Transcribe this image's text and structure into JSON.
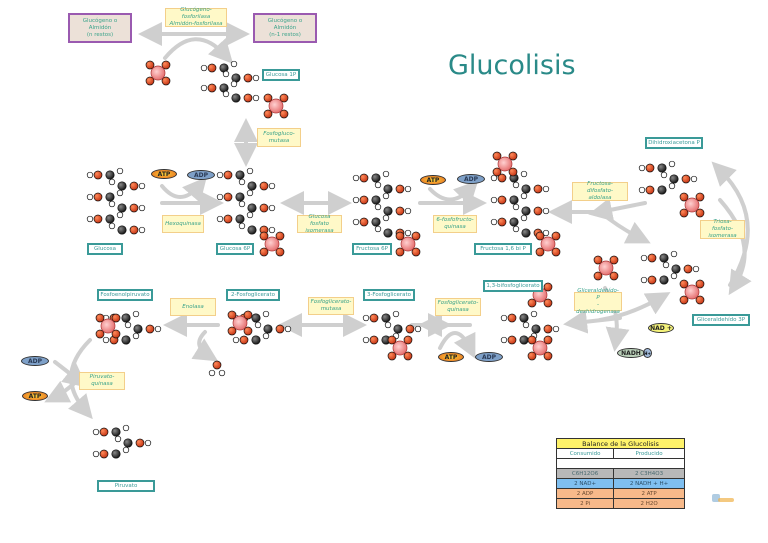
{
  "title": "Glucolisis",
  "storage": {
    "left": "Glucógeno o\nAlmidón\n(n restos)",
    "right": "Glucógeno o\nAlmidón\n(n-1 restos)"
  },
  "enzymes": {
    "glycogen_phosphorylase": "Glucógeno-fosforilasa\nAlmidón-fosforilasa",
    "phosphoglucomutase": "Fosfogluco-\nmutasa",
    "hexokinase": "Hexoquinasa",
    "glucose_phosphate_isomerase": "Glucosa fosfato\nisomerasa",
    "phosphofructokinase": "6-fosfofructo-\nquinasa",
    "aldolase": "Fructosa-difosfato-\naldolasa",
    "triose_phosphate_isomerase": "Triosa-fosfato-\nisomerasa",
    "gapdh": "Gliceraldehído-P\n-deshidrogenasa",
    "phosphoglycerate_kinase": "Fosfoglicerato-\nquinasa",
    "phosphoglycerate_mutase": "Fosfoglicerato-\nmutasa",
    "enolase": "Enolasa",
    "pyruvate_kinase": "Piruvato-\nquinasa"
  },
  "metabolites": {
    "glucose_1p": "Glucosa 1P",
    "glucose": "Glucosa",
    "glucose_6p": "Glucosa 6P",
    "fructose_6p": "Fructosa 6P",
    "fructose_16bp": "Fructosa 1,6 bi P",
    "dhap": "Dihidroxiacetona P",
    "g3p": "Gliceraldehído 3P",
    "bpg13": "1,3-bifosfoglicerato",
    "pg3": "3-Fosfoglicerato",
    "pg2": "2-Fosfoglicerato",
    "pep": "Fosfoenolpiruvato",
    "pyruvate": "Piruvato"
  },
  "cofactors": {
    "atp": "ATP",
    "adp": "ADP",
    "nad": "NAD +",
    "nadh": "NADH",
    "h": "H+",
    "pi": "Pi"
  },
  "balance": {
    "title": "Balance de la Glucolisis",
    "headers": [
      "Consumido",
      "Producido"
    ],
    "rows": [
      {
        "consumed": "C6H12O6",
        "produced": "2 C3H4O3"
      },
      {
        "consumed": "2 NAD+",
        "produced": "2 NADH + H+"
      },
      {
        "consumed": "2 ADP",
        "produced": "2 ATP"
      },
      {
        "consumed": "2 Pi",
        "produced": "2 H2O"
      }
    ]
  },
  "colors": {
    "title": "#2a8a88",
    "label_border": "#3a9a98",
    "enzyme_bg": "#fff9c8",
    "arrow": "#c8c8c8",
    "oxygen": "#e0451c",
    "carbon": "#2a2a2a",
    "phosphate": "#f4a3a3"
  }
}
